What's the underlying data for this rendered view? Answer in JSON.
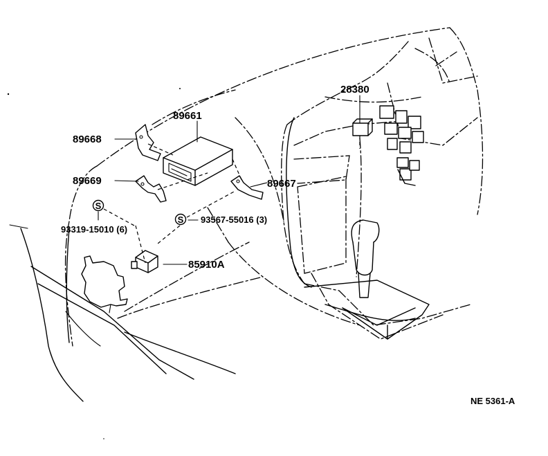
{
  "callouts": {
    "p89661": "89661",
    "p89668": "89668",
    "p89669": "89669",
    "p89667": "89667",
    "p28380": "28380",
    "p85910a": "85910A",
    "screw_s1": "93319-15010 (6)",
    "screw_s2": "93567-55016 (3)",
    "screw_symbol": "S"
  },
  "figure_code": "NE 5361-A",
  "icons": {
    "screw": "screw-symbol-icon"
  }
}
